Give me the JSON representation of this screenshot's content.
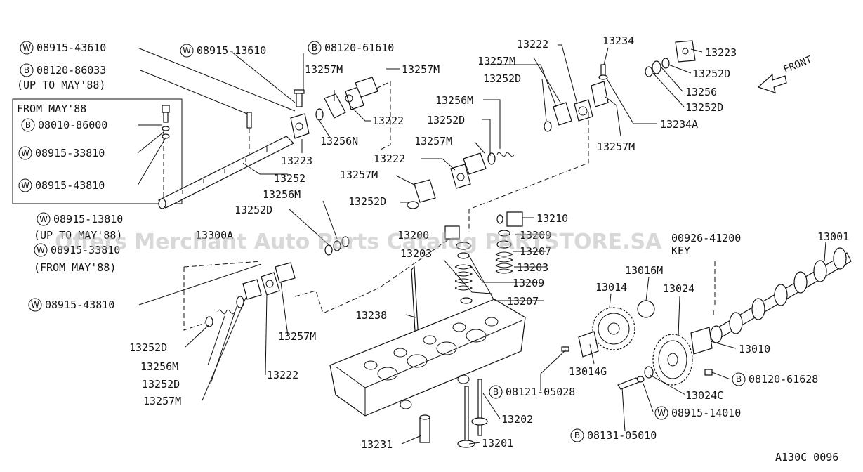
{
  "diagram": {
    "front_label": "FRONT",
    "code": "A130C 0096",
    "watermark": "Offers Merchant Auto Parts Catalog PARTSTORE.SA",
    "box_title": "FROM MAY'88",
    "prefixed": {
      "w_43610": {
        "prefix": "W",
        "number": "08915-43610"
      },
      "w_13610": {
        "prefix": "W",
        "number": "08915-13610"
      },
      "b_61610": {
        "prefix": "B",
        "number": "08120-61610"
      },
      "b_86033": {
        "prefix": "B",
        "number": "08120-86033"
      },
      "b_86000": {
        "prefix": "B",
        "number": "08010-86000"
      },
      "w_33810_box": {
        "prefix": "W",
        "number": "08915-33810"
      },
      "w_43810_box": {
        "prefix": "W",
        "number": "08915-43810"
      },
      "w_13810": {
        "prefix": "W",
        "number": "08915-13810"
      },
      "w_33810": {
        "prefix": "W",
        "number": "08915-33810"
      },
      "w_43810": {
        "prefix": "W",
        "number": "08915-43810"
      },
      "b_05028": {
        "prefix": "B",
        "number": "08121-05028"
      },
      "b_05010": {
        "prefix": "B",
        "number": "08131-05010"
      },
      "w_14010": {
        "prefix": "W",
        "number": "08915-14010"
      },
      "b_61628": {
        "prefix": "B",
        "number": "08120-61628"
      }
    },
    "notes": {
      "up_to_may88": "(UP TO MAY'88)",
      "up_to_may88_b": "(UP TO MAY'88)",
      "from_may88": "(FROM MAY'88)",
      "key": "KEY",
      "key_part": "00926-41200"
    },
    "labels": {
      "p13223_a": "13223",
      "p13252_a": "13252",
      "p13257m_a": "13257M",
      "p13257m_b": "13257M",
      "p13222_a": "13222",
      "p13256n": "13256N",
      "p13222_b": "13222",
      "p13257m_c": "13257M",
      "p13252d_a": "13252D",
      "p13256m_a": "13256M",
      "p13257m_d": "13257M",
      "p13252d_b": "13252D",
      "p13222_c": "13222",
      "p13257m_e": "13257M",
      "p13252d_c": "13252D",
      "p13234": "13234",
      "p13223_b": "13223",
      "p13252d_d": "13252D",
      "p13256": "13256",
      "p13252d_e": "13252D",
      "p13234a": "13234A",
      "p13257m_f": "13257M",
      "p13256m_b": "13256M",
      "p13252d_f": "13252D",
      "p13210": "13210",
      "p13209_a": "13209",
      "p13207_a": "13207",
      "p13203_a": "13203",
      "p13209_b": "13209",
      "p13207_b": "13207",
      "p13203_b": "13203",
      "p13238": "13238",
      "p13252d_g": "13252D",
      "p13256m_c": "13256M",
      "p13252d_h": "13252D",
      "p13257m_g": "13257M",
      "p13257m_h": "13257M",
      "p13222_d": "13222",
      "p13200": "13200",
      "p13202": "13202",
      "p13201": "13201",
      "p13231": "13231",
      "p13001": "13001",
      "p13016m": "13016M",
      "p13014": "13014",
      "p13024": "13024",
      "p13010": "13010",
      "p13014g": "13014G",
      "p13024c": "13024C",
      "p13300a": "13300A"
    }
  }
}
